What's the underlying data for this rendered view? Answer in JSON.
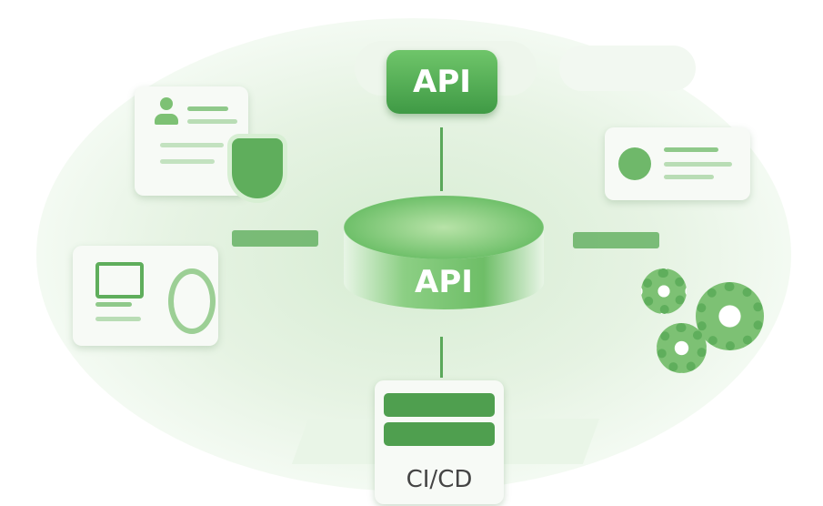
{
  "diagram": {
    "top_node": {
      "label": "API"
    },
    "center_node": {
      "label": "API"
    },
    "bottom_node": {
      "label": "CI/CD"
    },
    "colors": {
      "primary": "#4f9f4f",
      "light": "#d6ecd2",
      "card": "#f7faf6"
    },
    "icons": [
      "user-profile-card-icon",
      "shield-icon",
      "chat-bubble-icon",
      "document-icon",
      "gear-icon",
      "server-icon",
      "cloud-icon"
    ]
  }
}
